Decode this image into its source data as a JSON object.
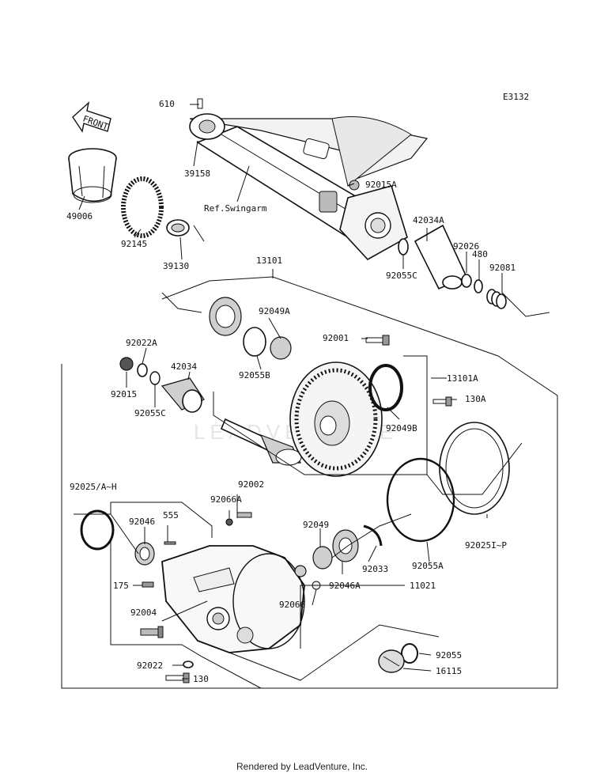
{
  "diagram_code": "E3132",
  "front_label": "FRONT",
  "watermark": "LEADVENTURE",
  "footer": "Rendered by LeadVenture, Inc.",
  "labels": {
    "p610": "610",
    "p39158": "39158",
    "ref_swingarm": "Ref.Swingarm",
    "p92015A": "92015A",
    "p49006": "49006",
    "p92145": "92145",
    "p39130": "39130",
    "p42034A": "42034A",
    "p92026": "92026",
    "p480": "480",
    "p92081": "92081",
    "p92055C_top": "92055C",
    "p13101": "13101",
    "p92049A": "92049A",
    "p92001": "92001",
    "p92055B": "92055B",
    "p92022A": "92022A",
    "p42034": "42034",
    "p92015": "92015",
    "p92055C": "92055C",
    "p13101A": "13101A",
    "p130A": "130A",
    "p92049B": "92049B",
    "p92025": "92025/A~H",
    "p92002": "92002",
    "p92066A": "92066A",
    "p92046": "92046",
    "p555": "555",
    "p92049": "92049",
    "p92046A": "92046A",
    "p92033": "92033",
    "p92055A": "92055A",
    "p92025IP": "92025I~P",
    "p175": "175",
    "p92066": "92066",
    "p11021": "11021",
    "p92004": "92004",
    "p92055": "92055",
    "p92022": "92022",
    "p16115": "16115",
    "p130": "130"
  }
}
